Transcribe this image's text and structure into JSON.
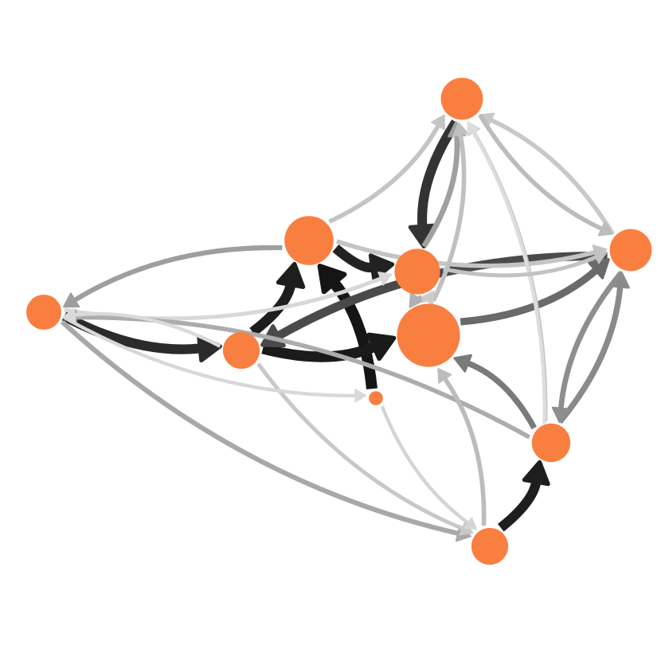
{
  "graph": {
    "node_color": "#F97F40",
    "background": "#FFFFFF",
    "directed": true,
    "nodes": [
      {
        "id": "A",
        "weight": 1.0
      },
      {
        "id": "B",
        "weight": 1.4
      },
      {
        "id": "C",
        "weight": 1.3
      },
      {
        "id": "D",
        "weight": 1.2
      },
      {
        "id": "E",
        "weight": 1.05
      },
      {
        "id": "F",
        "weight": 1.2
      },
      {
        "id": "G",
        "weight": 1.0
      },
      {
        "id": "H",
        "weight": 1.8
      },
      {
        "id": "I",
        "weight": 0.4
      },
      {
        "id": "J",
        "weight": 1.05
      },
      {
        "id": "K",
        "weight": 1.1
      }
    ],
    "edges": [
      {
        "from": "A",
        "to": "E",
        "weight": 0.85,
        "color": "#2b2b2b"
      },
      {
        "from": "B",
        "to": "A",
        "weight": 0.35,
        "color": "#9e9e9e"
      },
      {
        "from": "E",
        "to": "B",
        "weight": 0.9,
        "color": "#1e1e1e"
      },
      {
        "from": "B",
        "to": "C",
        "weight": 0.85,
        "color": "#222222"
      },
      {
        "from": "D",
        "to": "C",
        "weight": 0.85,
        "color": "#333333"
      },
      {
        "from": "C",
        "to": "D",
        "weight": 0.4,
        "color": "#a0a0a0"
      },
      {
        "from": "I",
        "to": "B",
        "weight": 1.0,
        "color": "#151515"
      },
      {
        "from": "E",
        "to": "H",
        "weight": 0.95,
        "color": "#1a1a1a"
      },
      {
        "from": "F",
        "to": "E",
        "weight": 0.75,
        "color": "#4a4a4a"
      },
      {
        "from": "H",
        "to": "F",
        "weight": 0.6,
        "color": "#6a6a6a"
      },
      {
        "from": "J",
        "to": "K",
        "weight": 0.85,
        "color": "#1e1e1e"
      },
      {
        "from": "K",
        "to": "H",
        "weight": 0.45,
        "color": "#7a7a7a"
      },
      {
        "from": "K",
        "to": "F",
        "weight": 0.45,
        "color": "#8a8a8a"
      },
      {
        "from": "F",
        "to": "K",
        "weight": 0.4,
        "color": "#8e8e8e"
      },
      {
        "from": "A",
        "to": "J",
        "weight": 0.35,
        "color": "#a8a8a8"
      },
      {
        "from": "B",
        "to": "F",
        "weight": 0.3,
        "color": "#c4c4c4"
      },
      {
        "from": "F",
        "to": "D",
        "weight": 0.3,
        "color": "#c8c8c8"
      },
      {
        "from": "D",
        "to": "F",
        "weight": 0.3,
        "color": "#bcbcbc"
      },
      {
        "from": "B",
        "to": "D",
        "weight": 0.3,
        "color": "#c4c4c4"
      },
      {
        "from": "A",
        "to": "C",
        "weight": 0.25,
        "color": "#d8d8d8"
      },
      {
        "from": "K",
        "to": "A",
        "weight": 0.3,
        "color": "#acacac"
      },
      {
        "from": "H",
        "to": "D",
        "weight": 0.3,
        "color": "#c0c0c0"
      },
      {
        "from": "K",
        "to": "D",
        "weight": 0.25,
        "color": "#c6c6c6"
      },
      {
        "from": "E",
        "to": "J",
        "weight": 0.25,
        "color": "#c8c8c8"
      },
      {
        "from": "A",
        "to": "I",
        "weight": 0.2,
        "color": "#d8d8d8"
      },
      {
        "from": "J",
        "to": "H",
        "weight": 0.3,
        "color": "#bcbcbc"
      },
      {
        "from": "G",
        "to": "D",
        "weight": 0.2,
        "color": "#dddddd"
      },
      {
        "from": "C",
        "to": "H",
        "weight": 0.3,
        "color": "#b0b0b0"
      },
      {
        "from": "H",
        "to": "C",
        "weight": 0.25,
        "color": "#cccccc"
      },
      {
        "from": "I",
        "to": "J",
        "weight": 0.2,
        "color": "#d4d4d4"
      },
      {
        "from": "E",
        "to": "A",
        "weight": 0.2,
        "color": "#dadada"
      },
      {
        "from": "C",
        "to": "F",
        "weight": 0.25,
        "color": "#c2c2c2"
      }
    ]
  }
}
